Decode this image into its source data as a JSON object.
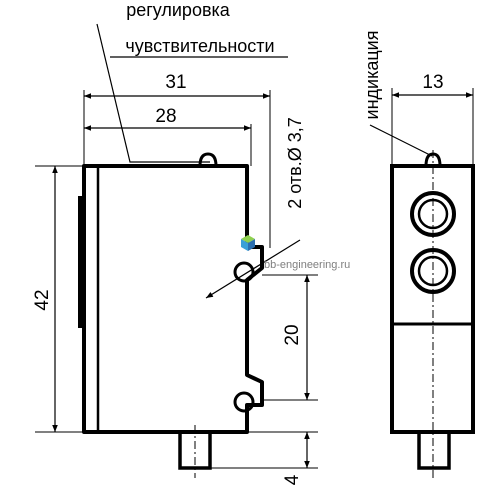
{
  "labels": {
    "sensitivity_line1": "регулировка",
    "sensitivity_line2": "чувствительности",
    "indication": "индикация",
    "holes": "2 отв.Ø 3,7"
  },
  "dimensions": {
    "width_overall": "31",
    "width_body": "28",
    "height": "42",
    "hole_spacing": "20",
    "cable_offset": "4",
    "thickness": "13"
  },
  "watermark": "bb-engineering.ru"
}
